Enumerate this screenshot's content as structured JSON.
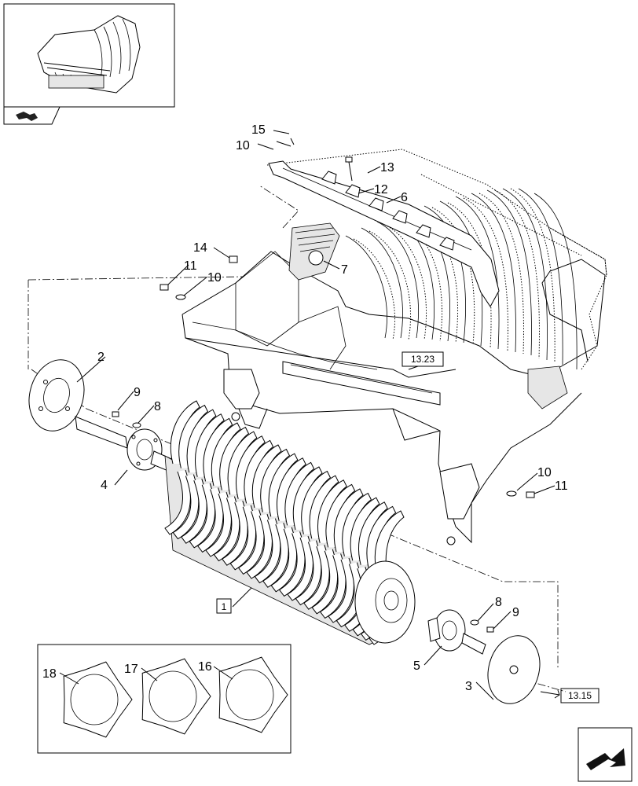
{
  "callouts": [
    {
      "id": "c15",
      "label": "15"
    },
    {
      "id": "c10a",
      "label": "10"
    },
    {
      "id": "c13",
      "label": "13"
    },
    {
      "id": "c12",
      "label": "12"
    },
    {
      "id": "c6",
      "label": "6"
    },
    {
      "id": "c14",
      "label": "14"
    },
    {
      "id": "c11a",
      "label": "11"
    },
    {
      "id": "c10b",
      "label": "10"
    },
    {
      "id": "c7",
      "label": "7"
    },
    {
      "id": "c2",
      "label": "2"
    },
    {
      "id": "c9a",
      "label": "9"
    },
    {
      "id": "c8a",
      "label": "8"
    },
    {
      "id": "c4",
      "label": "4"
    },
    {
      "id": "c10c",
      "label": "10"
    },
    {
      "id": "c11b",
      "label": "11"
    },
    {
      "id": "c8b",
      "label": "8"
    },
    {
      "id": "c9b",
      "label": "9"
    },
    {
      "id": "c5",
      "label": "5"
    },
    {
      "id": "c3",
      "label": "3"
    },
    {
      "id": "c18",
      "label": "18"
    },
    {
      "id": "c17",
      "label": "17"
    },
    {
      "id": "c16",
      "label": "16"
    }
  ],
  "boxed_labels": {
    "ref_1323": "13.23",
    "item_1": "1",
    "ref_1315": "13.15"
  },
  "icons": {
    "thumbnail": "assembly-thumbnail",
    "nav_back": "arrow-icon",
    "nav_next": "next-page-arrow-icon"
  }
}
